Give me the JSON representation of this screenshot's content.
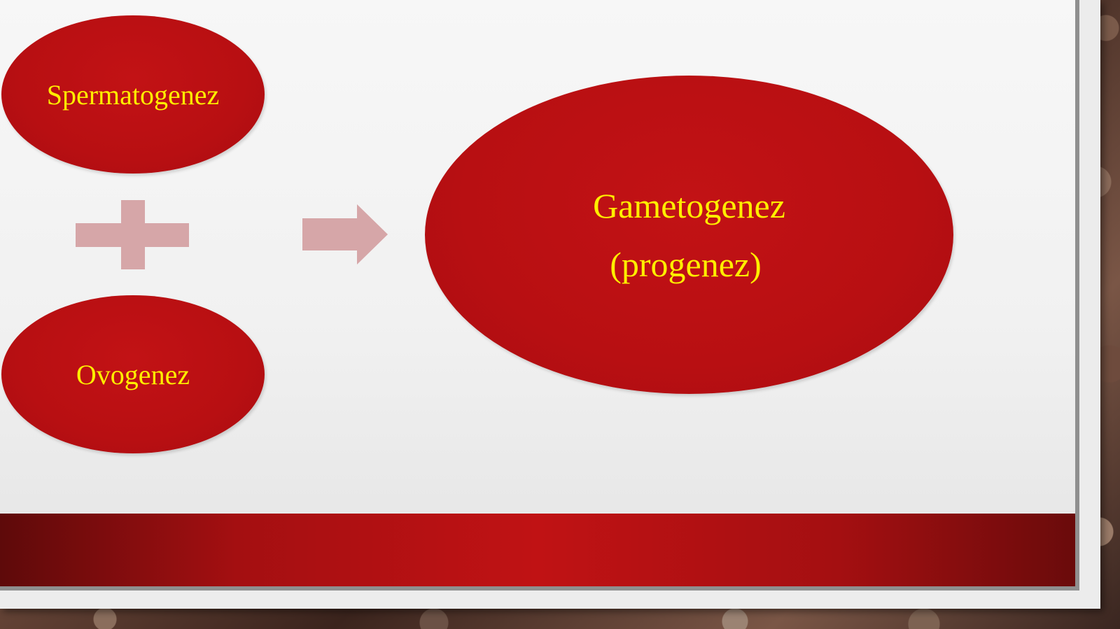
{
  "diagram": {
    "left_top_node": "Spermatogenez",
    "left_bottom_node": "Ovogenez",
    "result_node_line1": "Gametogenez",
    "result_node_line2": "(progenez)",
    "operator_icon": "plus-icon",
    "flow_icon": "arrow-right-icon"
  },
  "colors": {
    "node_fill": "#c01214",
    "node_text": "#ffee00",
    "connector": "#d6a6a8",
    "band": "#c01214"
  }
}
